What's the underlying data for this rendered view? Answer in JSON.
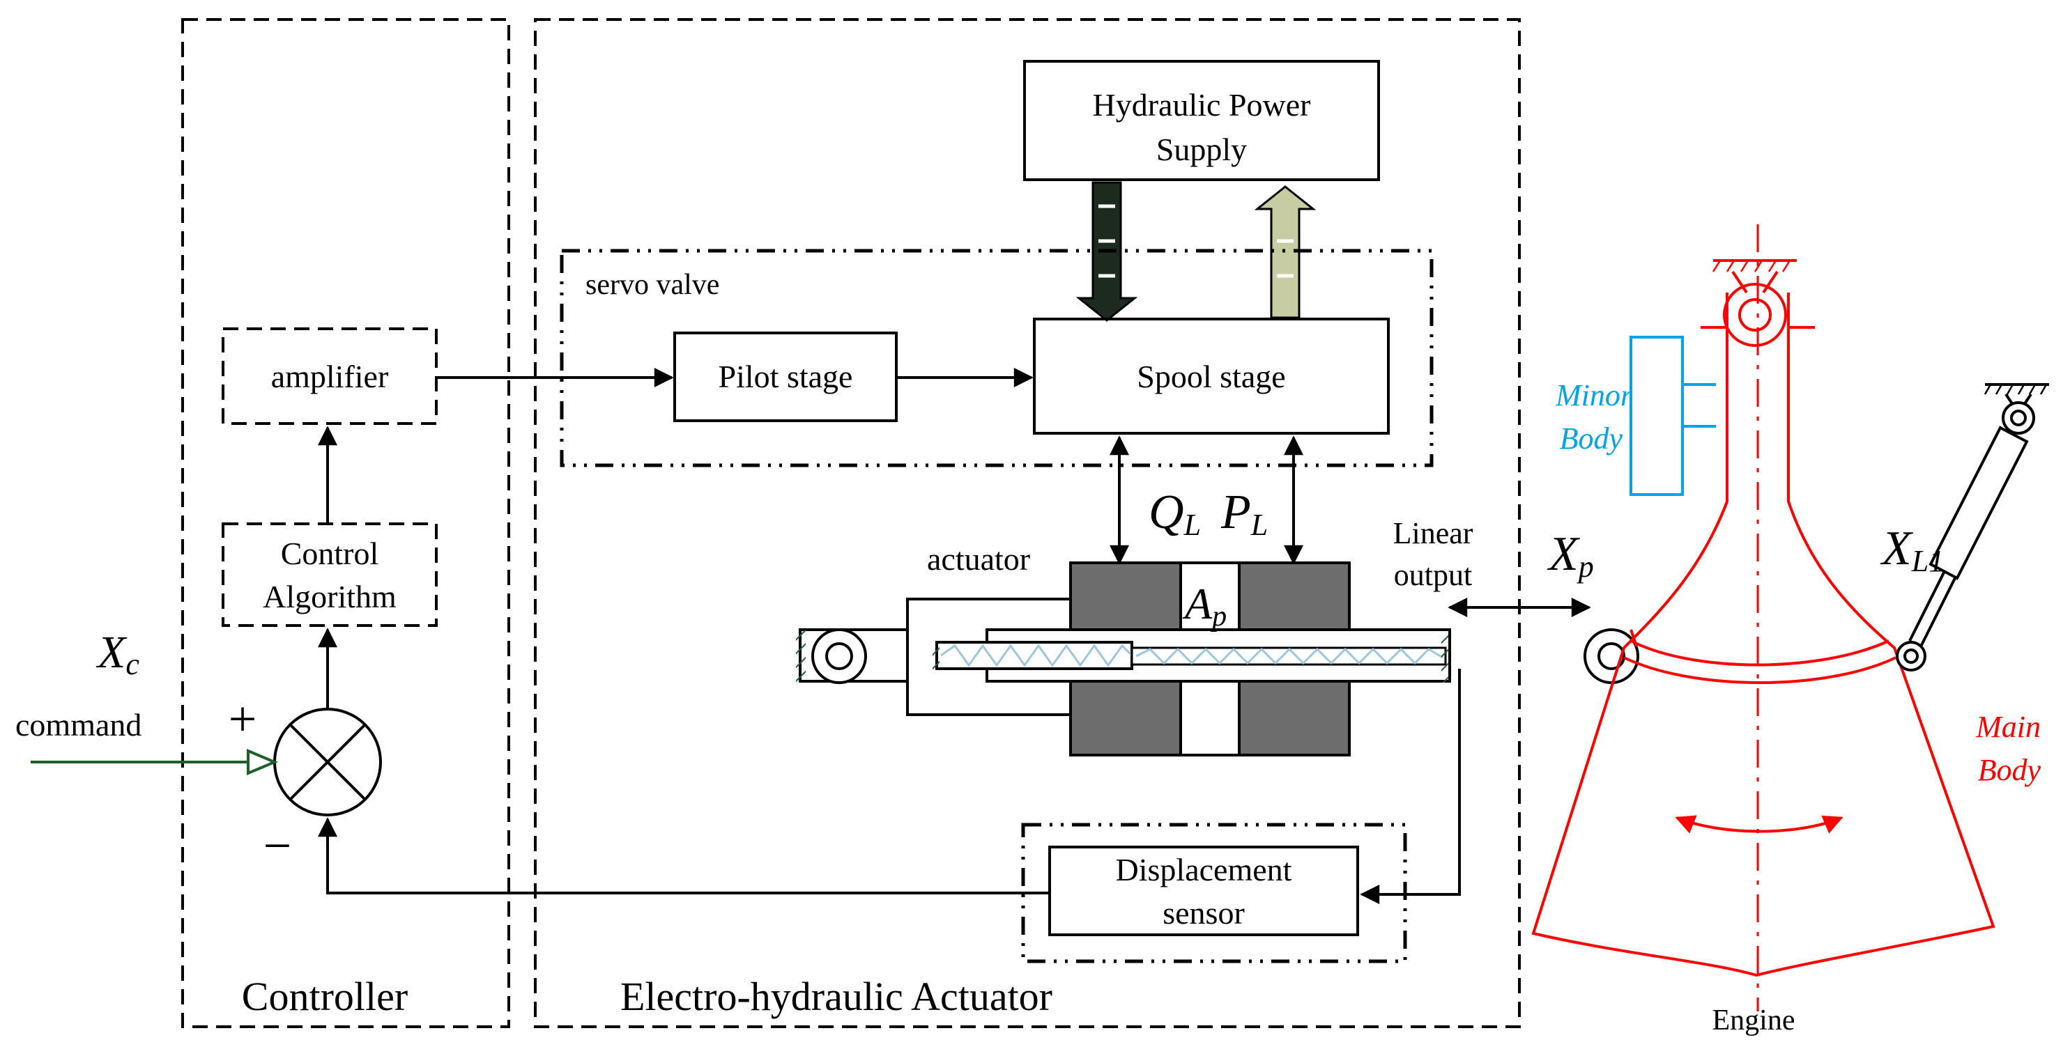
{
  "labels": {
    "controller": "Controller",
    "actuator_group": "Electro-hydraulic Actuator",
    "hydraulic_power_line1": "Hydraulic Power",
    "hydraulic_power_line2": "Supply",
    "servo_valve": "servo valve",
    "pilot_stage": "Pilot stage",
    "spool_stage": "Spool stage",
    "amplifier": "amplifier",
    "control_algorithm_line1": "Control",
    "control_algorithm_line2": "Algorithm",
    "xc": "X",
    "xc_sub": "c",
    "command": "command",
    "plus": "+",
    "minus": "−",
    "ql": "Q",
    "ql_sub": "L",
    "pl": "P",
    "pl_sub": "L",
    "actuator": "actuator",
    "ap": "A",
    "ap_sub": "p",
    "linear_output_line1": "Linear",
    "linear_output_line2": "output",
    "xp": "X",
    "xp_sub": "p",
    "xl1": "X",
    "xl1_sub": "L1",
    "displacement_line1": "Displacement",
    "displacement_line2": "sensor",
    "minor_body_line1": "Minor",
    "minor_body_line2": "Body",
    "main_body_line1": "Main",
    "main_body_line2": "Body",
    "engine": "Engine"
  },
  "colors": {
    "line": "#000000",
    "engine": "#ff0000",
    "minor_body": "#00a2e8",
    "command_line": "#1f5f2e",
    "cylinder": "#6d6d6d",
    "supply_arrow": "#1d2b1f",
    "return_arrow": "#c7cca3"
  }
}
